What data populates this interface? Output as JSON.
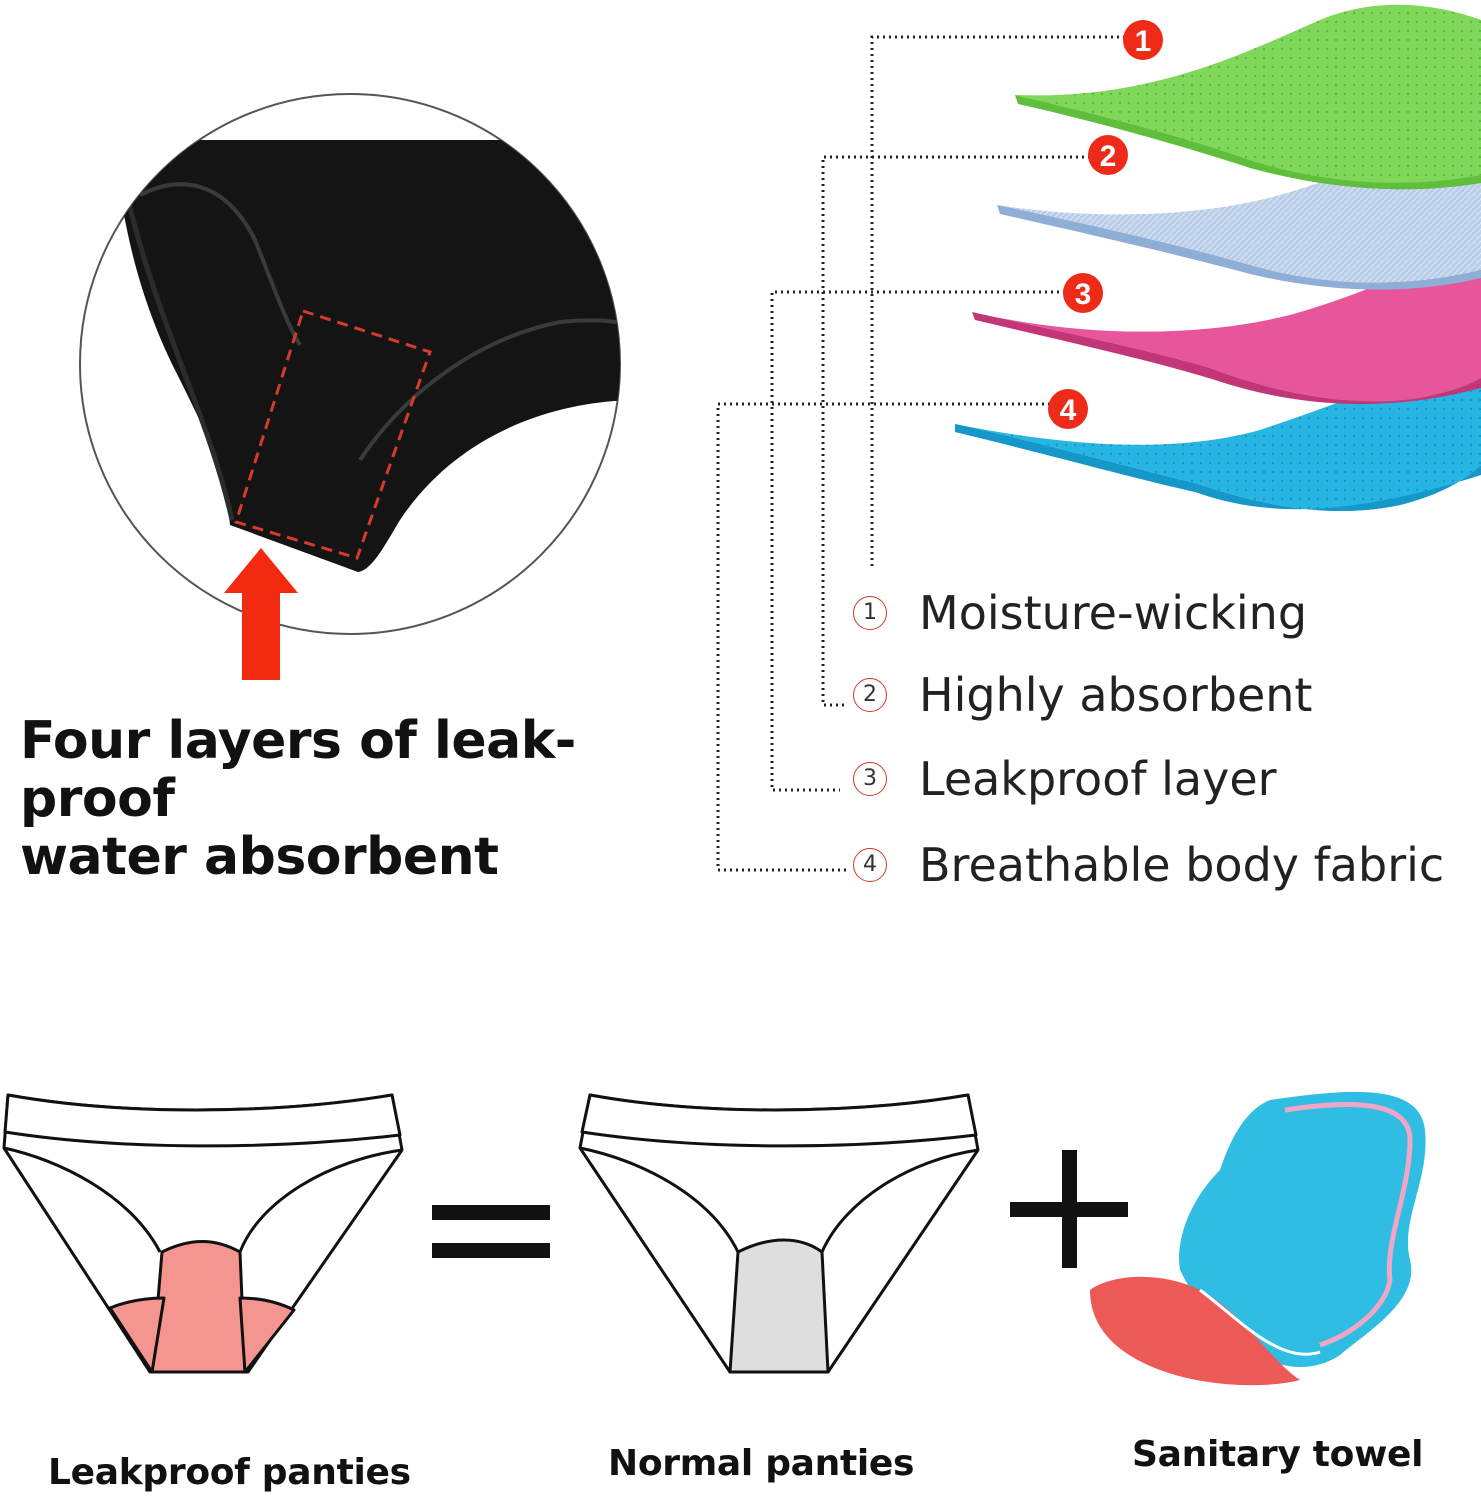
{
  "headline": {
    "line1": "Four layers of leak-proof",
    "line2": "water absorbent"
  },
  "layers": [
    {
      "number": "1",
      "marker": "①",
      "label": "Moisture-wicking",
      "color": "#7fd85a"
    },
    {
      "number": "2",
      "marker": "②",
      "label": "Highly absorbent",
      "color": "#b9cdea"
    },
    {
      "number": "3",
      "marker": "③",
      "label": "Leakproof layer",
      "color": "#e7559a"
    },
    {
      "number": "4",
      "marker": "④",
      "label": "Breathable body fabric",
      "color": "#27b6e3"
    }
  ],
  "comparison": {
    "equals_symbol": "=",
    "plus_symbol": "+",
    "captions": {
      "leakproof": "Leakproof panties",
      "normal": "Normal panties",
      "towel": "Sanitary towel"
    }
  },
  "colors": {
    "arrow": "#f22a10",
    "badge": "#ee2a18",
    "panty_black": "#141414",
    "gusset_pink": "#f59590",
    "gusset_gray": "#dedede",
    "towel_blue": "#2fbde4",
    "towel_red": "#ec5a57"
  }
}
